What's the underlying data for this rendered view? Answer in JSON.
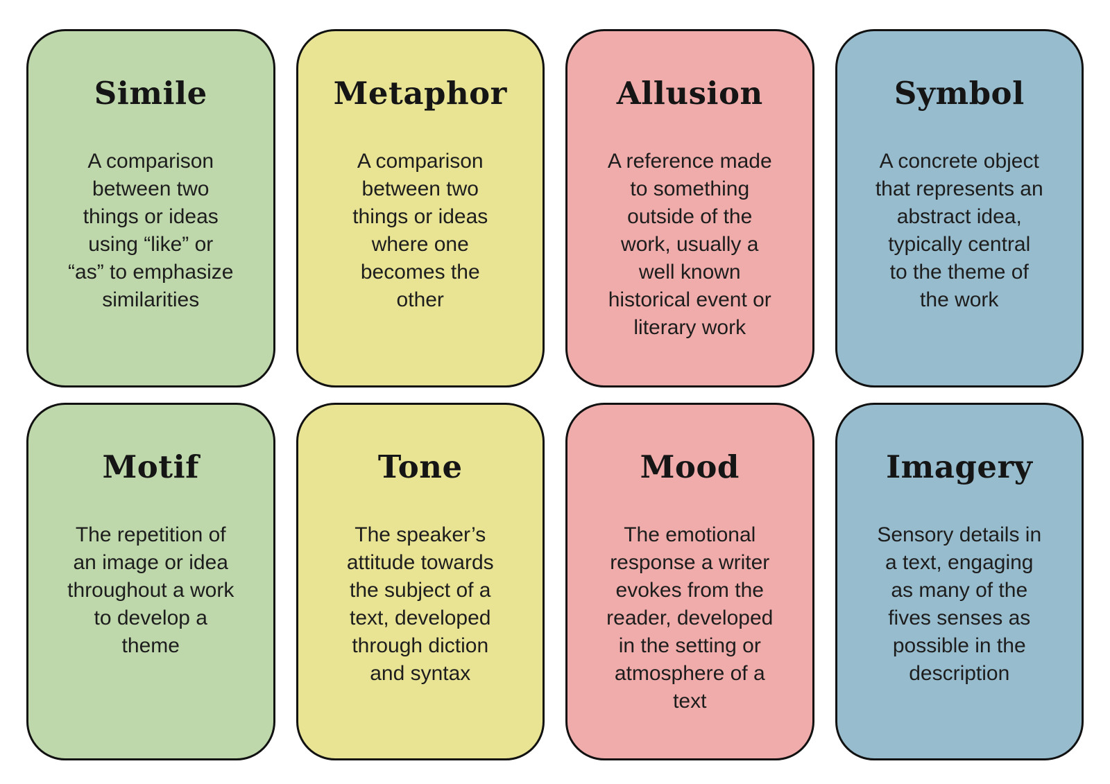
{
  "page": {
    "background": "#ffffff",
    "description_of_content": "Eight literary-device flashcards arranged in a 4x2 grid"
  },
  "colors": {
    "green": "#bed8ab",
    "yellow": "#e9e494",
    "pink": "#f0acaa",
    "blue": "#97bccd",
    "border": "#111111",
    "title_text": "#151515",
    "body_text": "#1d1d1d"
  },
  "cards": [
    {
      "title": "Simile",
      "color": "green",
      "text": "A comparison between two things or ideas using “like” or “as” to emphasize similarities",
      "lines": [
        "A comparison",
        "between two",
        "things or ideas",
        "using “like” or",
        "“as” to emphasize",
        "similarities"
      ]
    },
    {
      "title": "Metaphor",
      "color": "yellow",
      "text": "A comparison between two things or ideas where one becomes the other",
      "lines": [
        "A comparison",
        "between two",
        "things or ideas",
        "where one",
        "becomes the",
        "other"
      ]
    },
    {
      "title": "Allusion",
      "color": "pink",
      "text": "A reference made to something outside of the work, usually a well known historical event or literary work",
      "lines": [
        "A reference made",
        "to something",
        "outside of the",
        "work, usually a",
        "well known",
        "historical event or",
        "literary work"
      ]
    },
    {
      "title": "Symbol",
      "color": "blue",
      "text": "A concrete object that represents an abstract idea, typically central to the theme of the work",
      "lines": [
        "A concrete object",
        "that represents an",
        "abstract idea,",
        "typically central",
        "to the theme of",
        "the work"
      ]
    },
    {
      "title": "Motif",
      "color": "green",
      "text": "The repetition of an image or idea throughout a work to develop a theme",
      "lines": [
        "The repetition of",
        "an image or idea",
        "throughout a work",
        "to develop a",
        "theme"
      ]
    },
    {
      "title": "Tone",
      "color": "yellow",
      "text": "The speaker’s attitude towards the subject of a text, developed through diction and syntax",
      "lines": [
        "The speaker’s",
        "attitude towards",
        "the subject of a",
        "text, developed",
        "through diction",
        "and syntax"
      ]
    },
    {
      "title": "Mood",
      "color": "pink",
      "text": "The emotional response a writer evokes from the reader, developed in the setting or atmosphere of a text",
      "lines": [
        "The emotional",
        "response a writer",
        "evokes from the",
        "reader, developed",
        "in the setting or",
        "atmosphere of a",
        "text"
      ]
    },
    {
      "title": "Imagery",
      "color": "blue",
      "text": "Sensory details in a text, engaging as many of the fives senses as possible in the description",
      "lines": [
        "Sensory details in",
        "a text, engaging",
        "as many of the",
        "fives senses as",
        "possible in the",
        "description"
      ]
    }
  ]
}
